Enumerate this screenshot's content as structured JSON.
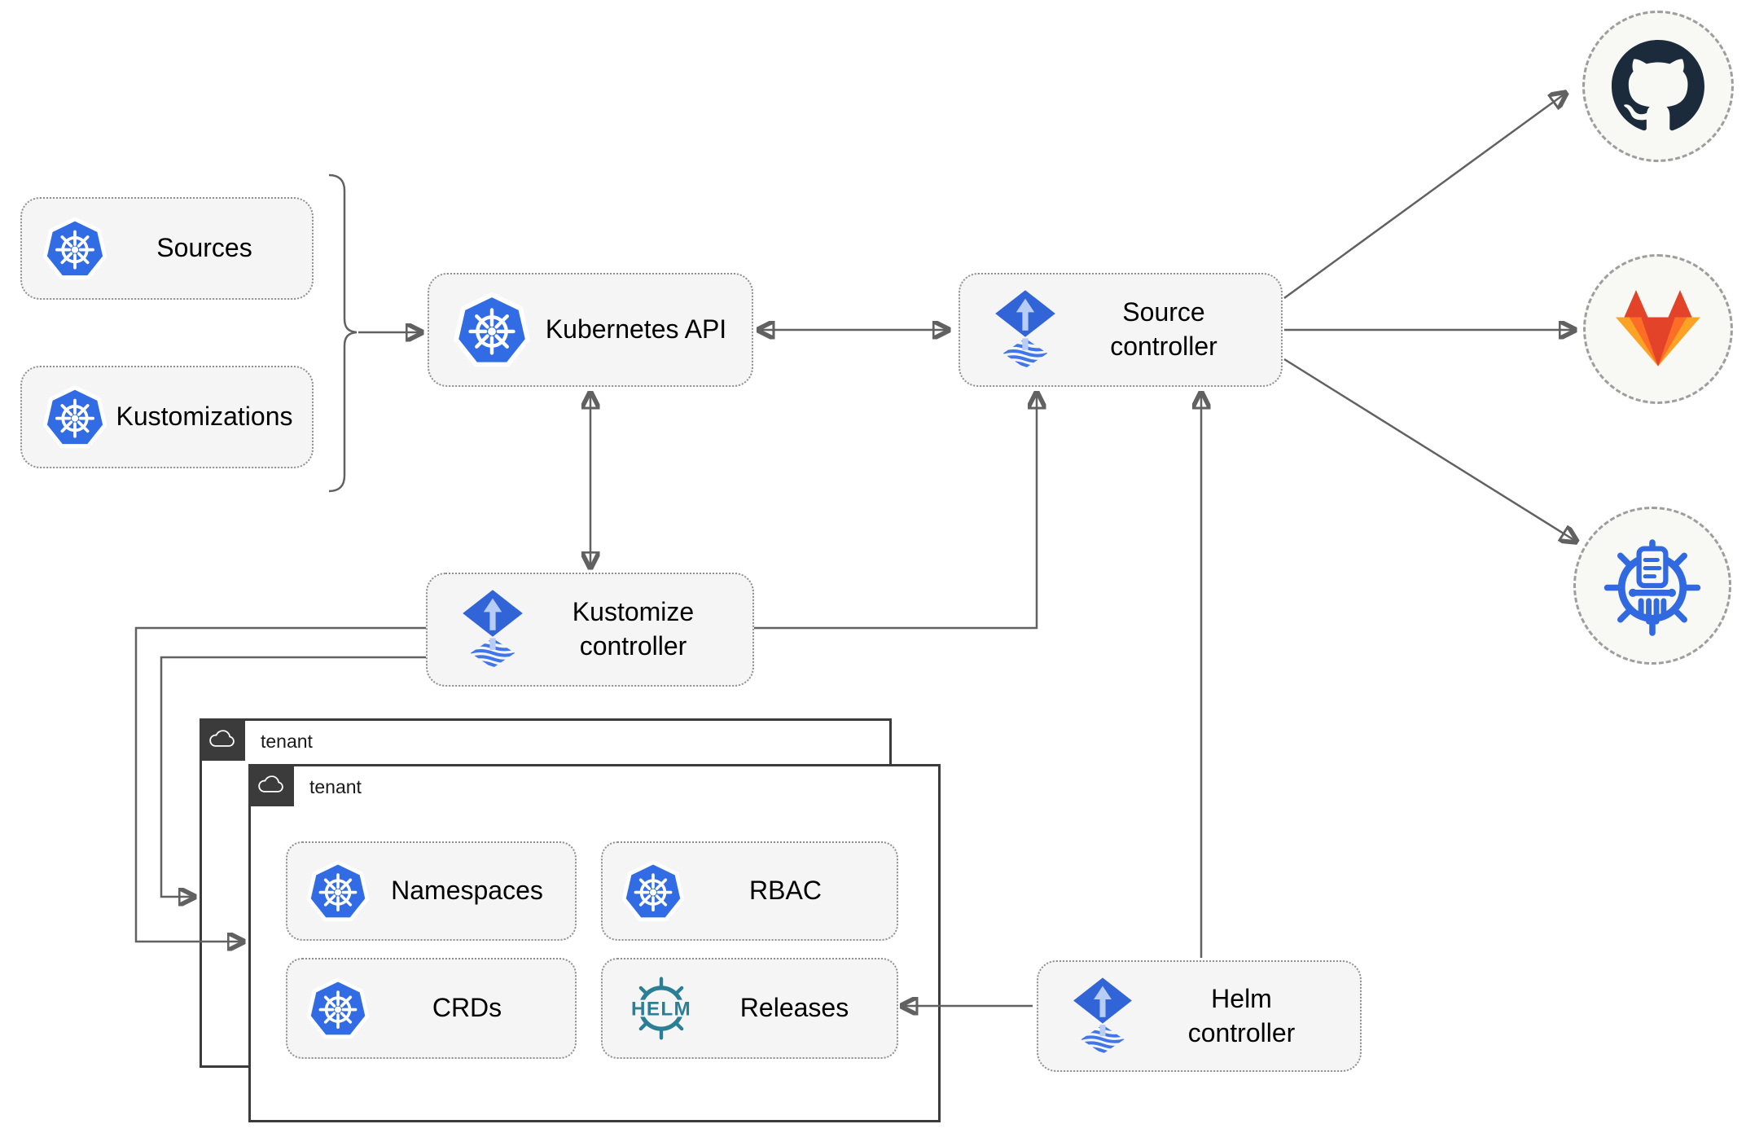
{
  "diagram": {
    "nodes": {
      "sources": {
        "label": "Sources"
      },
      "kustomizations": {
        "label": "Kustomizations"
      },
      "kubernetes_api": {
        "label": "Kubernetes API"
      },
      "source_controller": {
        "label": "Source\ncontroller"
      },
      "kustomize_controller": {
        "label": "Kustomize\ncontroller"
      },
      "helm_controller": {
        "label": "Helm\ncontroller"
      },
      "tenant_back": {
        "label": "tenant"
      },
      "tenant_front": {
        "label": "tenant"
      },
      "namespaces": {
        "label": "Namespaces"
      },
      "rbac": {
        "label": "RBAC"
      },
      "crds": {
        "label": "CRDs"
      },
      "releases": {
        "label": "Releases",
        "logo_text": "HELM"
      }
    },
    "endpoints": {
      "github": {
        "icon": "github-icon"
      },
      "gitlab": {
        "icon": "gitlab-icon"
      },
      "chartmuseum": {
        "icon": "chartmuseum-icon"
      }
    },
    "edges": [
      {
        "from": "sources/kustomizations",
        "to": "kubernetes_api",
        "type": "arrow"
      },
      {
        "from": "kubernetes_api",
        "to": "source_controller",
        "type": "double-arrow"
      },
      {
        "from": "kubernetes_api",
        "to": "kustomize_controller",
        "type": "double-arrow"
      },
      {
        "from": "kustomize_controller",
        "to": "source_controller",
        "type": "arrow"
      },
      {
        "from": "kustomize_controller",
        "to": "tenant_back",
        "type": "arrow"
      },
      {
        "from": "kustomize_controller",
        "to": "tenant_front",
        "type": "arrow"
      },
      {
        "from": "helm_controller",
        "to": "source_controller",
        "type": "arrow"
      },
      {
        "from": "helm_controller",
        "to": "releases",
        "type": "arrow"
      },
      {
        "from": "source_controller",
        "to": "github",
        "type": "arrow"
      },
      {
        "from": "source_controller",
        "to": "gitlab",
        "type": "arrow"
      },
      {
        "from": "source_controller",
        "to": "chartmuseum",
        "type": "arrow"
      }
    ],
    "colors": {
      "kubernetes_blue": "#326ce5",
      "flux_blue": "#3165d7",
      "flux_stripe_blue": "#4076e8",
      "flux_arrow_light": "#b8cdf5",
      "helm_teal": "#2a7e95",
      "github_dark": "#1b2b3c",
      "gitlab_red": "#e24329",
      "gitlab_orange": "#fc6d26",
      "gitlab_yellow": "#fca326",
      "chartmuseum_blue": "#3069e0",
      "connector_gray": "#616161",
      "node_bg": "#f5f5f5",
      "tenant_dark": "#3b3b3b"
    }
  }
}
